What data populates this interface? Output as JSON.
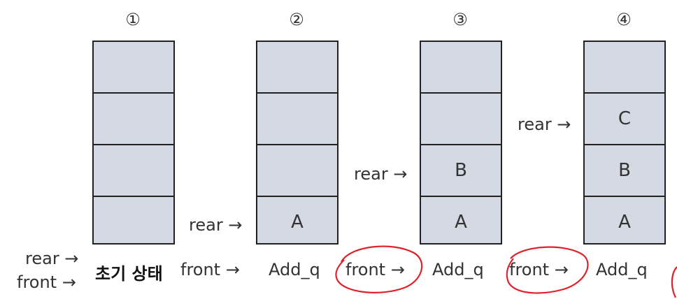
{
  "stacks": [
    {
      "number": "①",
      "cells": [
        "",
        "",
        "",
        ""
      ]
    },
    {
      "number": "②",
      "cells": [
        "",
        "",
        "",
        "A"
      ]
    },
    {
      "number": "③",
      "cells": [
        "",
        "",
        "B",
        "A"
      ]
    },
    {
      "number": "④",
      "cells": [
        "",
        "C",
        "B",
        "A"
      ]
    }
  ],
  "labels": {
    "s1_rear": "rear →",
    "s1_front": "front →",
    "s1_caption": "초기 상태",
    "s2_rear": "rear →",
    "s2_front": "front →",
    "s2_caption": "Add_q",
    "s3_rear": "rear →",
    "s3_front": "front →",
    "s3_caption": "Add_q",
    "s4_rear": "rear →",
    "s4_front": "front →",
    "s4_caption": "Add_q"
  },
  "colors": {
    "cell_fill": "#d4d9e3",
    "border": "#222222",
    "annotation": "#e0202a"
  }
}
